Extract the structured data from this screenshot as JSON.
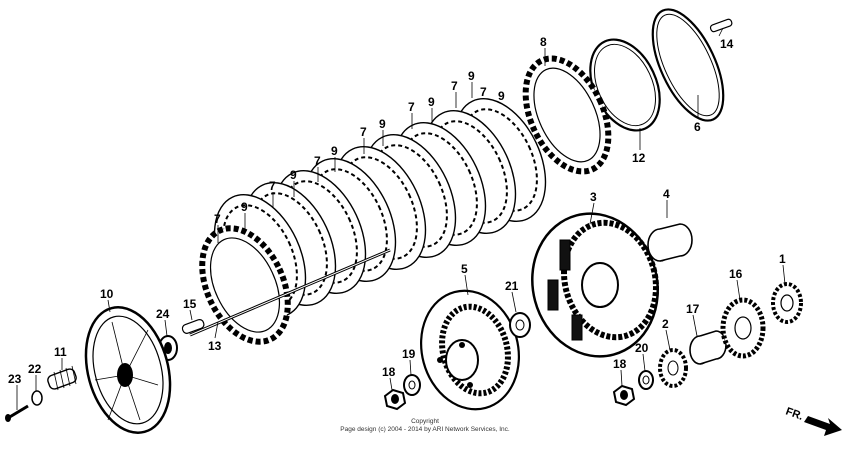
{
  "copyright": {
    "line1": "Copyright",
    "line2": "Page design (c) 2004 - 2014 by ARI Network Services, Inc."
  },
  "direction_label": "FR.",
  "callouts": [
    {
      "id": "c8",
      "text": "8"
    },
    {
      "id": "c14",
      "text": "14"
    },
    {
      "id": "c6",
      "text": "6"
    },
    {
      "id": "c12",
      "text": "12"
    },
    {
      "id": "c9a",
      "text": "9"
    },
    {
      "id": "c7a",
      "text": "7"
    },
    {
      "id": "c9b",
      "text": "9"
    },
    {
      "id": "c7b",
      "text": "7"
    },
    {
      "id": "c9c",
      "text": "9"
    },
    {
      "id": "c7c",
      "text": "7"
    },
    {
      "id": "c9d",
      "text": "9"
    },
    {
      "id": "c7d",
      "text": "7"
    },
    {
      "id": "c9e",
      "text": "9"
    },
    {
      "id": "c7e",
      "text": "7"
    },
    {
      "id": "c9f",
      "text": "9"
    },
    {
      "id": "c7f",
      "text": "7"
    },
    {
      "id": "c9g",
      "text": "9"
    },
    {
      "id": "c7g",
      "text": "7"
    },
    {
      "id": "c3",
      "text": "3"
    },
    {
      "id": "c4",
      "text": "4"
    },
    {
      "id": "c10",
      "text": "10"
    },
    {
      "id": "c15",
      "text": "15"
    },
    {
      "id": "c24",
      "text": "24"
    },
    {
      "id": "c13",
      "text": "13"
    },
    {
      "id": "c5",
      "text": "5"
    },
    {
      "id": "c21",
      "text": "21"
    },
    {
      "id": "c1",
      "text": "1"
    },
    {
      "id": "c16",
      "text": "16"
    },
    {
      "id": "c2",
      "text": "2"
    },
    {
      "id": "c17",
      "text": "17"
    },
    {
      "id": "c11",
      "text": "11"
    },
    {
      "id": "c22",
      "text": "22"
    },
    {
      "id": "c23",
      "text": "23"
    },
    {
      "id": "c19",
      "text": "19"
    },
    {
      "id": "c18a",
      "text": "18"
    },
    {
      "id": "c18b",
      "text": "18"
    },
    {
      "id": "c20",
      "text": "20"
    }
  ]
}
